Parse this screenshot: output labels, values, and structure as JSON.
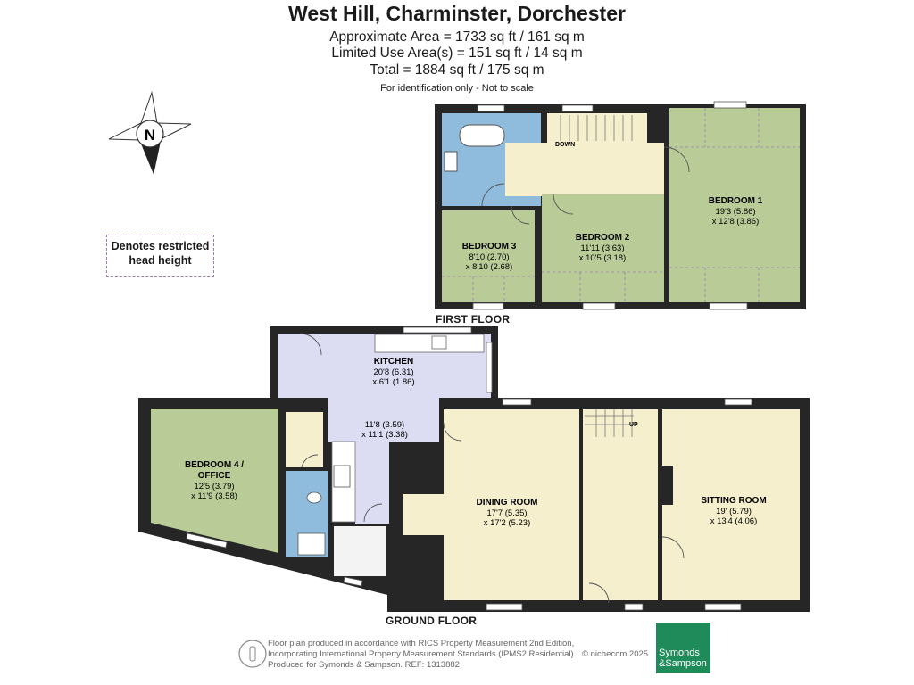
{
  "header": {
    "title": "West Hill, Charminster, Dorchester",
    "area_lines": [
      "Approximate Area = 1733 sq ft / 161 sq m",
      "Limited Use Area(s) = 151 sq ft / 14 sq m",
      "Total = 1884 sq ft / 175 sq m"
    ],
    "note": "For identification only - Not to scale"
  },
  "compass_letter": "N",
  "legend_text": [
    "Denotes restricted",
    "head height"
  ],
  "first_floor": {
    "label": "FIRST FLOOR",
    "stairs_label": "DOWN",
    "rooms": [
      {
        "name": "BEDROOM 1",
        "dims": [
          "19'3 (5.86)",
          "x 12'8 (3.86)"
        ]
      },
      {
        "name": "BEDROOM 2",
        "dims": [
          "11'11 (3.63)",
          "x 10'5 (3.18)"
        ]
      },
      {
        "name": "BEDROOM 3",
        "dims": [
          "8'10 (2.70)",
          "x 8'10 (2.68)"
        ]
      }
    ]
  },
  "ground_floor": {
    "label": "GROUND FLOOR",
    "stairs_label": "UP",
    "rooms": [
      {
        "name": "KITCHEN",
        "dims": [
          "20'8 (6.31)",
          "x 6'1 (1.86)"
        ]
      },
      {
        "name": "",
        "dims": [
          "11'8 (3.59)",
          "x 11'1 (3.38)"
        ]
      },
      {
        "name": "BEDROOM 4 /",
        "name2": "OFFICE",
        "dims": [
          "12'5 (3.79)",
          "x 11'9 (3.58)"
        ]
      },
      {
        "name": "DINING ROOM",
        "dims": [
          "17'7 (5.35)",
          "x 17'2 (5.23)"
        ]
      },
      {
        "name": "SITTING ROOM",
        "dims": [
          "19' (5.79)",
          "x 13'4 (4.06)"
        ]
      }
    ]
  },
  "footer": {
    "lines": [
      "Floor plan produced in accordance with RICS Property Measurement 2nd Edition,",
      "Incorporating International Property Measurement Standards (IPMS2 Residential).",
      "Produced for Symonds & Sampson.   REF: 1313882"
    ],
    "copyright": "© nichecom 2025",
    "brand": [
      "Symonds",
      "&Sampson"
    ]
  },
  "colors": {
    "bedroom": "#b9cc98",
    "bathroom": "#8fbcdc",
    "living": "#f6efcd",
    "kitchen": "#dcdcf2",
    "hall": "#f6efcd",
    "wall": "#262626",
    "brand": "#1f8b5b"
  }
}
